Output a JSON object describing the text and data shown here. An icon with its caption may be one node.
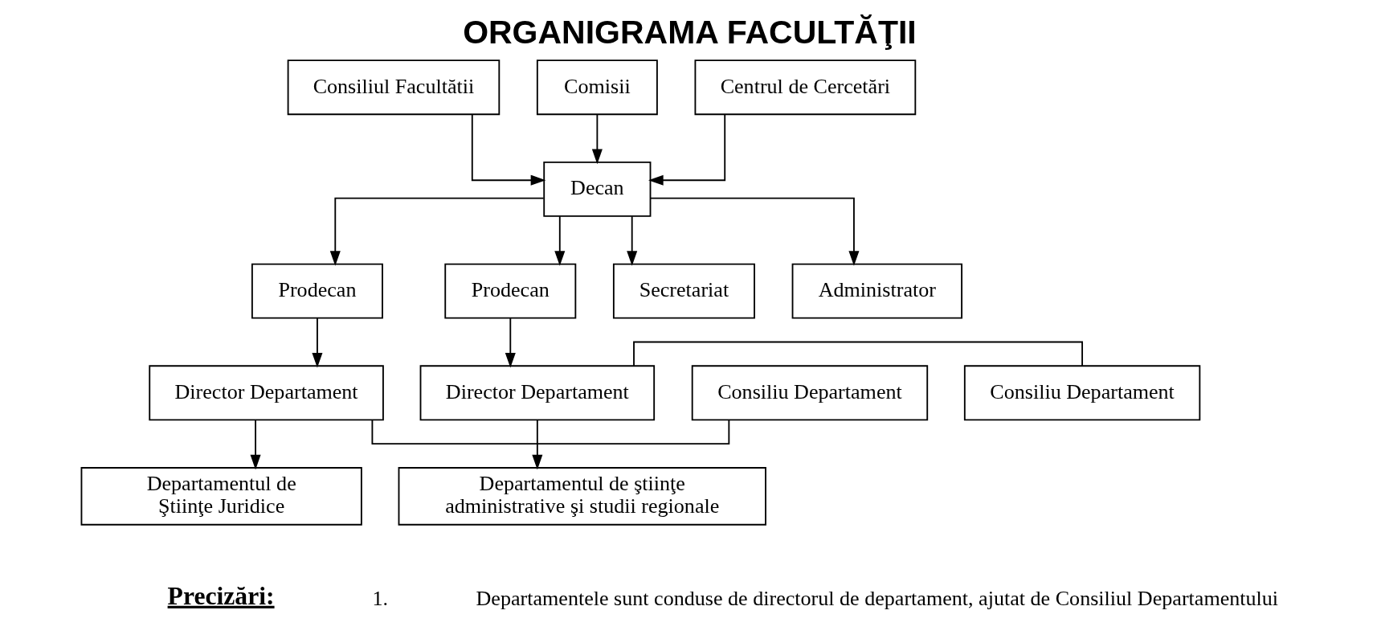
{
  "diagram": {
    "title": "ORGANIGRAMA FACULTĂŢII",
    "nodes": [
      {
        "text": [
          "Consiliul Facultătii"
        ]
      },
      {
        "text": [
          "Comisii"
        ]
      },
      {
        "text": [
          "Centrul de Cercetări"
        ]
      },
      {
        "text": [
          "Decan"
        ]
      },
      {
        "text": [
          "Prodecan"
        ]
      },
      {
        "text": [
          "Prodecan"
        ]
      },
      {
        "text": [
          "Secretariat"
        ]
      },
      {
        "text": [
          "Administrator"
        ]
      },
      {
        "text": [
          "Consiliu Departament"
        ]
      },
      {
        "text": [
          "Director Departament"
        ]
      },
      {
        "text": [
          "Director Departament"
        ]
      },
      {
        "text": [
          "Consiliu Departament"
        ]
      },
      {
        "text": [
          "Departamentul de Ştiinţe Juridice"
        ]
      },
      {
        "text": [
          "Departamentul de ştiinţe administrative şi studii regionale"
        ]
      }
    ],
    "edges": [
      {
        "from": 0,
        "to": 3,
        "arrow": "to"
      },
      {
        "from": 1,
        "to": 3,
        "arrow": "to"
      },
      {
        "from": 2,
        "to": 3,
        "arrow": "to"
      },
      {
        "from": 3,
        "to": 6,
        "arrow": "to"
      },
      {
        "from": 3,
        "to": 7,
        "arrow": "to"
      },
      {
        "from": 3,
        "to": 4,
        "arrow": "to"
      },
      {
        "from": 3,
        "to": 5,
        "arrow": "to"
      },
      {
        "from": 4,
        "to": 9,
        "arrow": "to"
      },
      {
        "from": 5,
        "to": 10,
        "arrow": "to"
      },
      {
        "from": 8,
        "to": 9,
        "arrow": "none"
      },
      {
        "from": 10,
        "to": 11,
        "arrow": "none"
      },
      {
        "from": 9,
        "to": 12,
        "arrow": "to"
      },
      {
        "from": 10,
        "to": 13,
        "arrow": "to"
      }
    ],
    "labels": [
      "Precizări:",
      "1.",
      "Departamentele sunt conduse de directorul de departament, ajutat de Consiliul Departamentului"
    ]
  }
}
